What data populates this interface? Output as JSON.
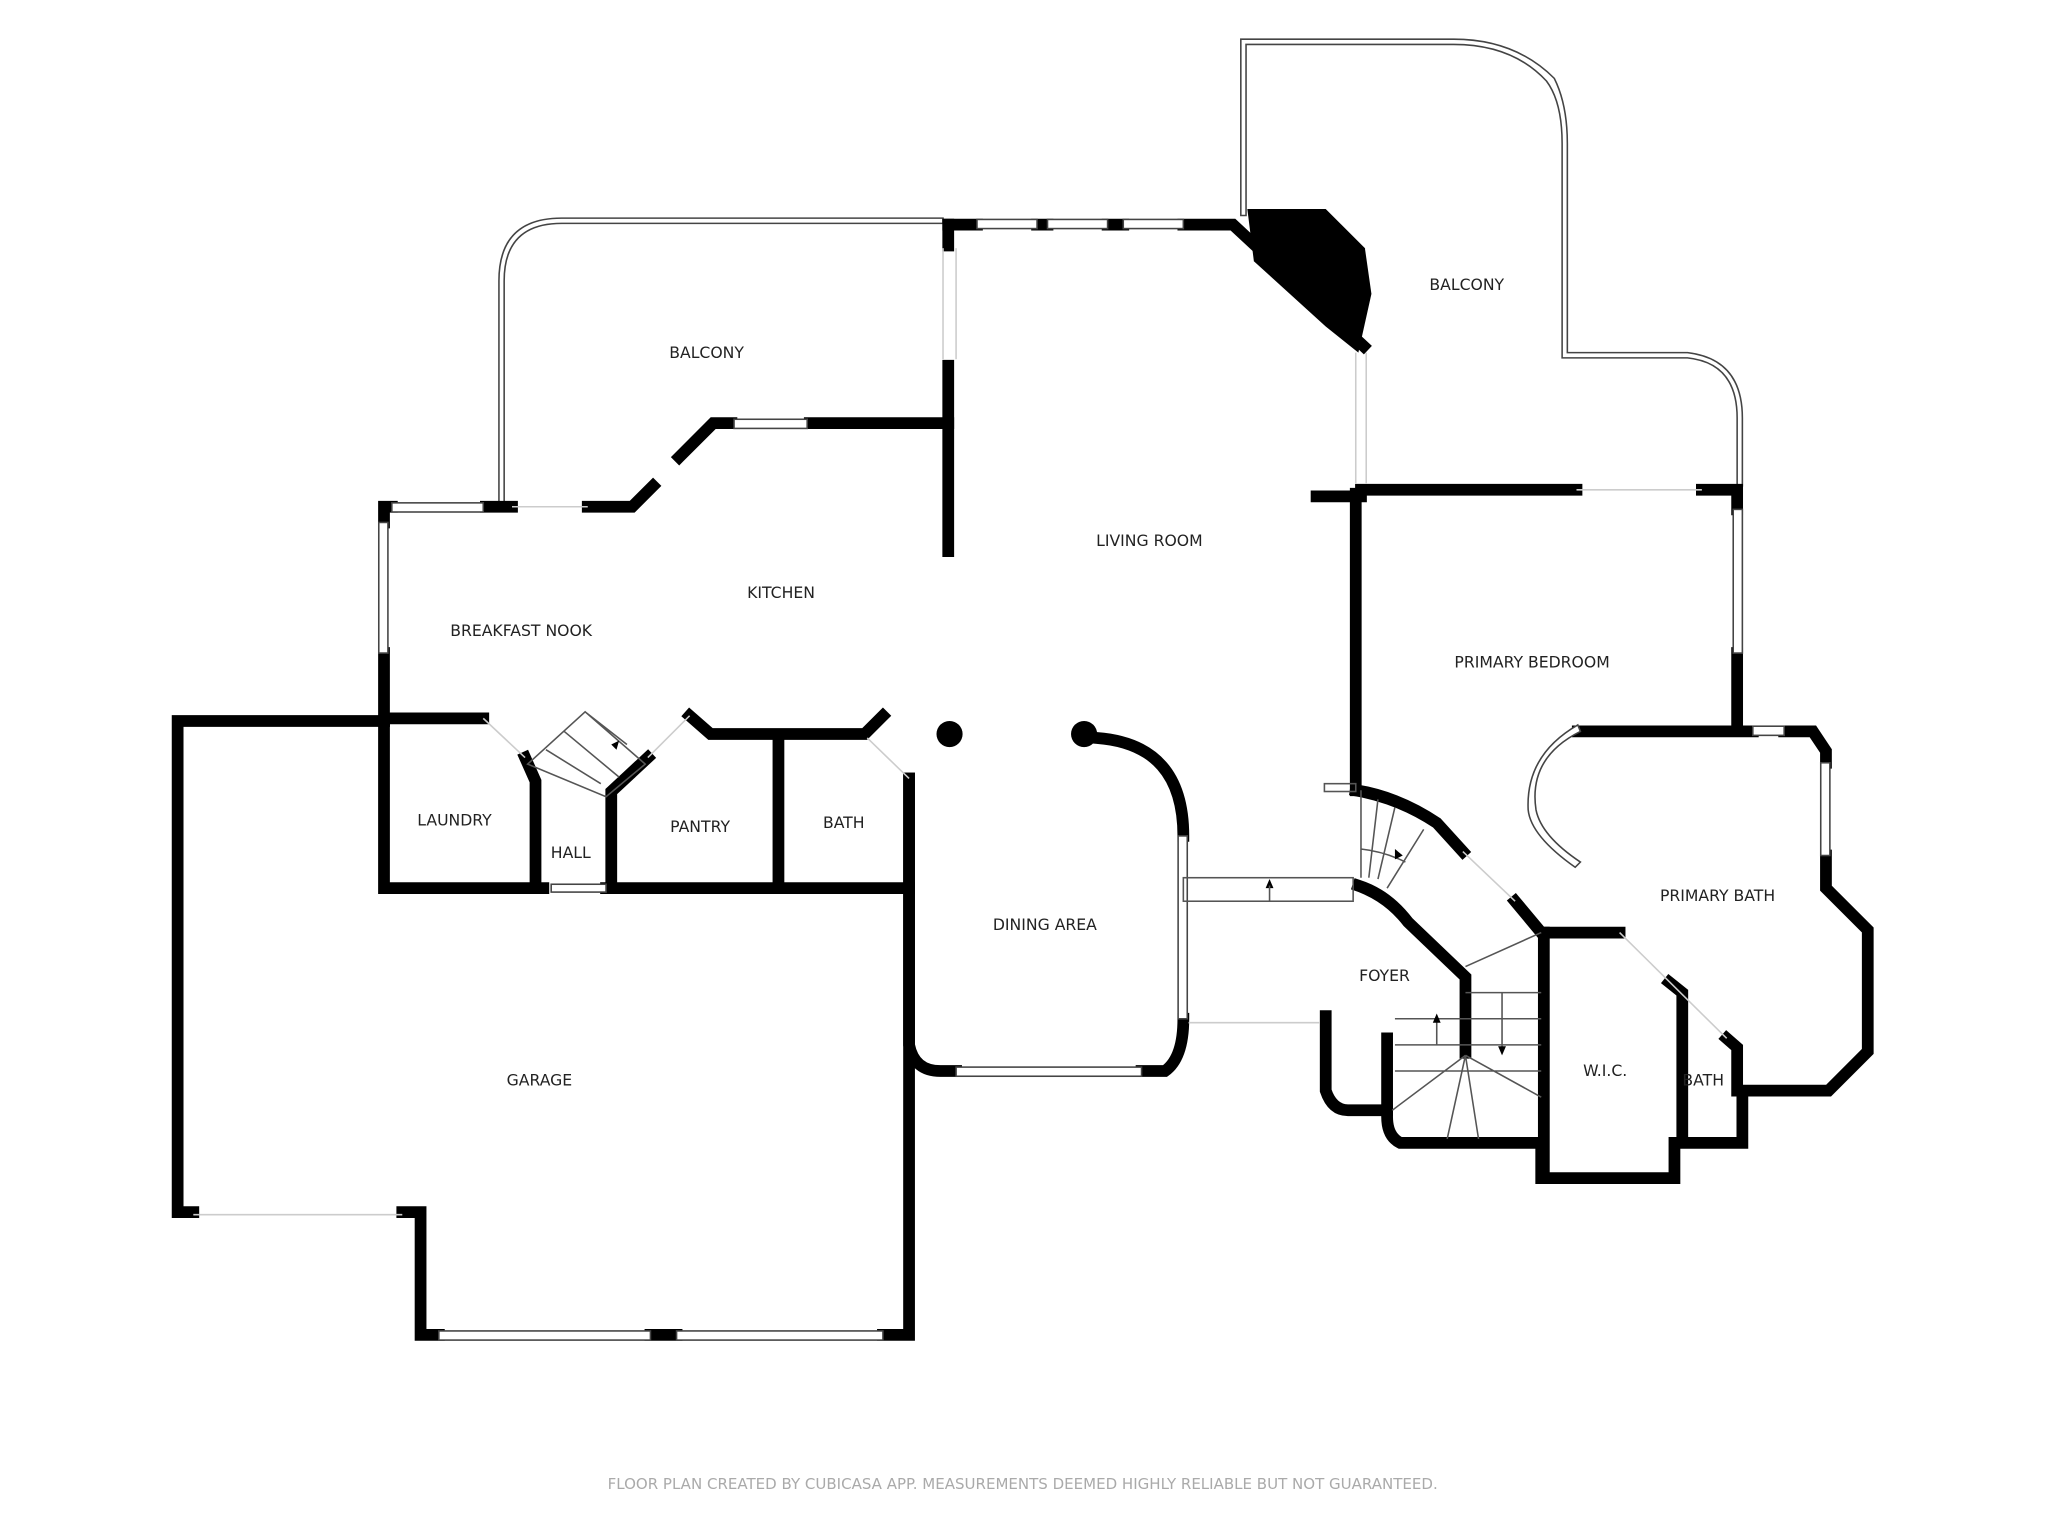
{
  "rooms": [
    {
      "id": "balcony-west",
      "label": "BALCONY"
    },
    {
      "id": "balcony-east",
      "label": "BALCONY"
    },
    {
      "id": "living-room",
      "label": "LIVING ROOM"
    },
    {
      "id": "kitchen",
      "label": "KITCHEN"
    },
    {
      "id": "breakfast-nook",
      "label": "BREAKFAST NOOK"
    },
    {
      "id": "primary-bedroom",
      "label": "PRIMARY BEDROOM"
    },
    {
      "id": "laundry",
      "label": "LAUNDRY"
    },
    {
      "id": "hall",
      "label": "HALL"
    },
    {
      "id": "pantry",
      "label": "PANTRY"
    },
    {
      "id": "bath-main",
      "label": "BATH"
    },
    {
      "id": "primary-bath",
      "label": "PRIMARY BATH"
    },
    {
      "id": "dining-area",
      "label": "DINING AREA"
    },
    {
      "id": "foyer",
      "label": "FOYER"
    },
    {
      "id": "wic",
      "label": "W.I.C."
    },
    {
      "id": "bath-primary",
      "label": "BATH"
    },
    {
      "id": "garage",
      "label": "GARAGE"
    }
  ],
  "footer": "FLOOR PLAN CREATED BY CUBICASA APP. MEASUREMENTS DEEMED HIGHLY RELIABLE BUT NOT GUARANTEED.",
  "colors": {
    "wall": "#000000",
    "footer": "#aaaaaa"
  }
}
